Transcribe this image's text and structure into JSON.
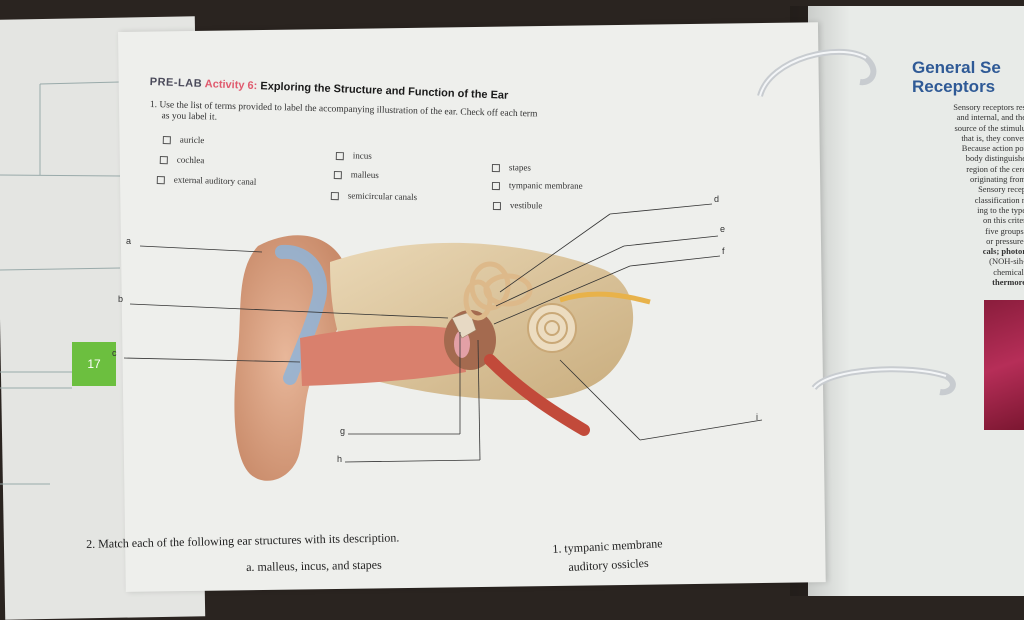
{
  "page_number": "17",
  "header": {
    "prefix": "PRE-LAB",
    "activity": "Activity 6:",
    "title": "Exploring the Structure and Function of the Ear"
  },
  "instruction": {
    "line1": "1. Use the list of terms provided to label the accompanying illustration of the ear. Check off each term",
    "line2": "as you label it."
  },
  "terms": [
    "auricle",
    "cochlea",
    "external auditory canal",
    "incus",
    "malleus",
    "semicircular canals",
    "stapes",
    "tympanic membrane",
    "vestibule"
  ],
  "label_letters": [
    "a",
    "b",
    "c",
    "d",
    "e",
    "f",
    "g",
    "h",
    "i"
  ],
  "question2": {
    "prompt": "2. Match each of the following ear structures with its description.",
    "item_a": "a. malleus, incus, and stapes",
    "option1": "1. tympanic membrane",
    "option2": "auditory ossicles"
  },
  "right_page": {
    "title_line1": "General Se",
    "title_line2": "Receptors",
    "lines": [
      "Sensory receptors res",
      "and internal, and the",
      "source of the stimulu",
      "that is, they conver",
      "Because action pot",
      "body distinguishe",
      "region of the cere",
      "originating from",
      "Sensory recep",
      "classification n",
      "ing to the type",
      "on this criter",
      "five groups:",
      "or pressure;",
      "cals; photor",
      "(NOH-sih-",
      "chemical,",
      "thermore"
    ]
  },
  "colors": {
    "page": "#eeefec",
    "activity_accent": "#e05a6e",
    "title_blue": "#2f5a96",
    "page_tab_green": "#6cbf3f"
  }
}
